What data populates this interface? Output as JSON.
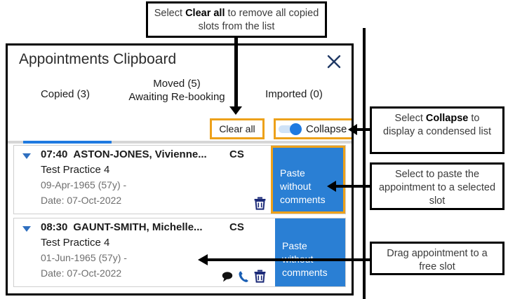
{
  "panel": {
    "title": "Appointments Clipboard",
    "close_icon": "close-x-icon"
  },
  "tabs": [
    {
      "label": "Copied (3)",
      "sub": "",
      "active": true
    },
    {
      "label": "Moved (5)",
      "sub": "Awaiting Re-booking",
      "active": false
    },
    {
      "label": "Imported (0)",
      "sub": "",
      "active": false
    }
  ],
  "actionbar": {
    "clear_all_label": "Clear all",
    "collapse_label": "Collapse",
    "collapse_toggle_state": "on",
    "highlight_color": "#eda11a"
  },
  "accent": {
    "blue": "#1f7ae0",
    "paste_blue": "#2a7fd4",
    "caret_blue": "#2f6fbf",
    "trash_navy": "#1b2a78"
  },
  "appointments": [
    {
      "time": "07:40",
      "patient": "ASTON-JONES, Vivienne...",
      "code": "CS",
      "practice": "Test Practice 4",
      "dob": "09-Apr-1965 (57y) -",
      "date": "Date: 07-Oct-2022",
      "paste_label": "Paste without comments",
      "icons": [
        "trash-icon"
      ],
      "highlighted": true
    },
    {
      "time": "08:30",
      "patient": "GAUNT-SMITH, Michelle...",
      "code": "CS",
      "practice": "Test Practice 4",
      "dob": "01-Jun-1965 (57y) -",
      "date": "Date: 07-Oct-2022",
      "paste_label": "Paste without comments",
      "icons": [
        "comment-icon",
        "phone-icon",
        "trash-icon"
      ],
      "highlighted": false
    }
  ],
  "callouts": {
    "clear": {
      "before": "Select ",
      "bold": "Clear all",
      "after": " to remove all copied slots from the list"
    },
    "collapse": {
      "before": "Select ",
      "bold": "Collapse",
      "after": " to display a condensed list"
    },
    "paste": {
      "text": "Select to paste the appointment to a selected slot"
    },
    "drag": {
      "text": "Drag appointment to a free slot"
    }
  }
}
